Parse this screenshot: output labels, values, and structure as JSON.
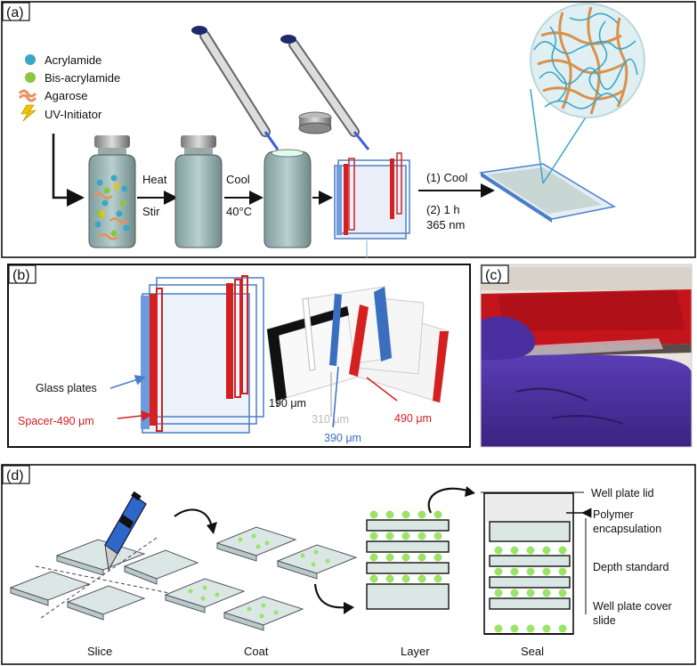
{
  "panel_a": {
    "tag": "(a)",
    "legend": [
      "Acrylamide",
      "Bis-acrylamide",
      "Agarose",
      "UV-Initiator"
    ],
    "step1": [
      "Heat",
      "Stir"
    ],
    "step2": [
      "Cool",
      "40°C"
    ],
    "step3": [
      "(1) Cool",
      "(2) 1 h",
      "365 nm"
    ]
  },
  "panel_b": {
    "tag": "(b)",
    "glass_label": "Glass plates",
    "spacer_label": "Spacer-490 μm",
    "thickness": [
      "190 μm",
      "310 μm",
      "390 μm",
      "490 μm"
    ]
  },
  "panel_c": {
    "tag": "(c)"
  },
  "panel_d": {
    "tag": "(d)",
    "steps": [
      "Slice",
      "Coat",
      "Layer",
      "Seal"
    ],
    "seal_labels": [
      "Well plate lid",
      "Polymer",
      "encapsulation",
      "Depth standard",
      "Well plate cover",
      "slide"
    ]
  },
  "colors": {
    "spacer_red": "#d42020",
    "glass_blue": "#4a7fc8",
    "acrylamide": "#3aa7c8",
    "bis": "#8cc63f",
    "agarose": "#e8915a",
    "dot_green": "#9be46a",
    "thick_310": "#bbbbbb",
    "thick_390": "#3a6fc0",
    "glove_purple": "#4b2fa0"
  }
}
